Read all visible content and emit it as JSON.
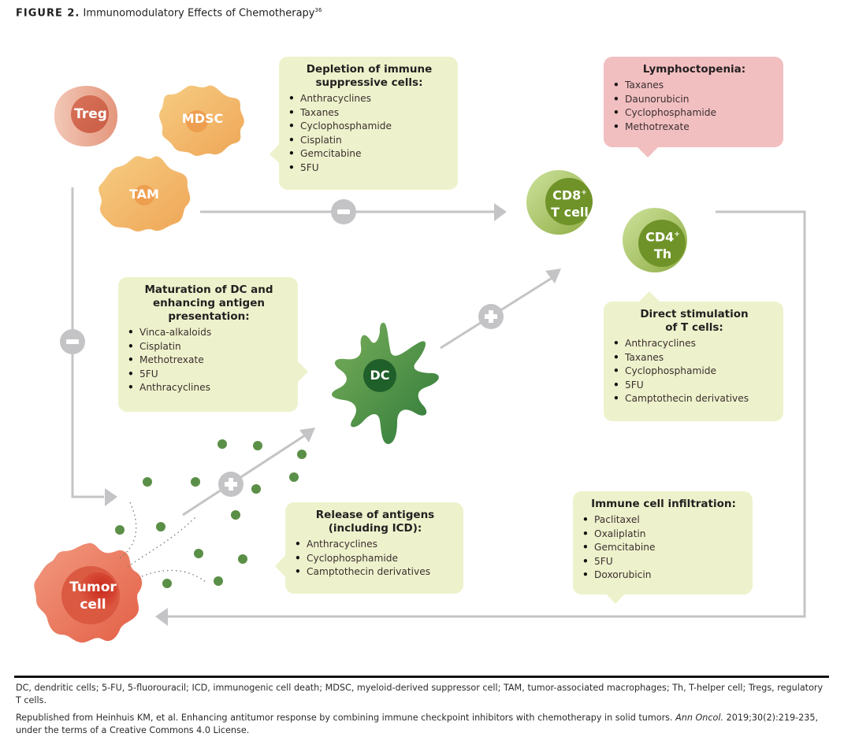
{
  "figure": {
    "label": "FIGURE 2.",
    "title": "Immunomodulatory Effects of Chemotherapy",
    "superscript": "36"
  },
  "cells": {
    "treg": "Treg",
    "mdsc": "MDSC",
    "tam": "TAM",
    "cd8_line1": "CD8",
    "cd8_sup": "+",
    "cd8_line2": "T cell",
    "cd4_line1": "CD4",
    "cd4_sup": "+",
    "cd4_line2": "Th",
    "dc": "DC",
    "tumor_line1": "Tumor",
    "tumor_line2": "cell"
  },
  "signs": {
    "minus": "−",
    "plus": "+"
  },
  "boxes": {
    "depletion": {
      "title": "Depletion of immune suppressive cells:",
      "items": [
        "Anthracyclines",
        "Taxanes",
        "Cyclophosphamide",
        "Cisplatin",
        "Gemcitabine",
        "5FU"
      ]
    },
    "lymphoctopenia": {
      "title": "Lymphoctopenia:",
      "items": [
        "Taxanes",
        "Daunorubicin",
        "Cyclophosphamide",
        "Methotrexate"
      ]
    },
    "maturation": {
      "title": "Maturation of DC and enhancing antigen presentation:",
      "items": [
        "Vinca-alkaloids",
        "Cisplatin",
        "Methotrexate",
        "5FU",
        "Anthracyclines"
      ]
    },
    "direct_stimulation": {
      "title": "Direct stimulation of T cells:",
      "items": [
        "Anthracyclines",
        "Taxanes",
        "Cyclophosphamide",
        "5FU",
        "Camptothecin derivatives"
      ]
    },
    "release": {
      "title": "Release of antigens (including ICD):",
      "items": [
        "Anthracyclines",
        "Cyclophosphamide",
        "Camptothecin derivatives"
      ]
    },
    "infiltration": {
      "title": "Immune cell infiltration:",
      "items": [
        "Paclitaxel",
        "Oxaliplatin",
        "Gemcitabine",
        "5FU",
        "Doxorubicin"
      ]
    }
  },
  "footnotes": {
    "abbreviations": "DC, dendritic cells; 5-FU, 5-fluorouracil; ICD, immunogenic cell death; MDSC, myeloid-derived suppressor cell; TAM, tumor-associated macrophages; Th, T-helper cell; Tregs, regulatory T cells.",
    "source_before": "Republished from Heinhuis KM, et al. Enhancing antitumor response by combining immune checkpoint inhibitors with chemotherapy in solid tumors. ",
    "source_journal": "Ann Oncol.",
    "source_after": " 2019;30(2):219-235, under the terms of a Creative Commons 4.0 License."
  },
  "colors": {
    "box_green": "#eef2cc",
    "box_pink": "#f2bfc1",
    "arrow_gray": "#c4c4c6",
    "tcell_green": "#7a9a2e",
    "dc_green": "#4e8f3e",
    "tam_orange": "#f2b565",
    "tumor_red": "#e8664c",
    "antigen_dot": "#5a8f47"
  }
}
